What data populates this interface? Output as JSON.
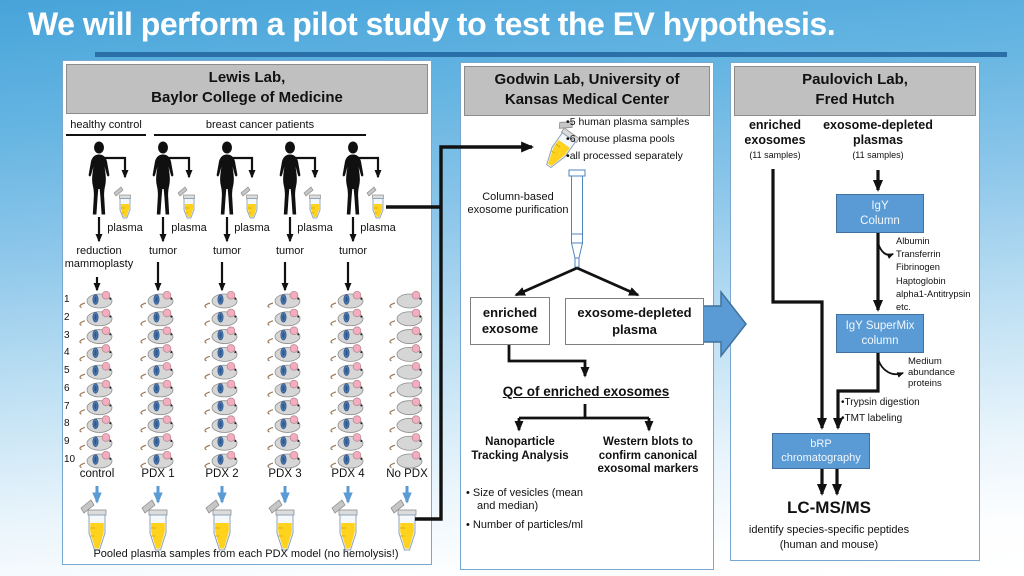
{
  "title": "We will perform a pilot study to test the EV hypothesis.",
  "colors": {
    "background_blue": "#4FA8DB",
    "accent_blue": "#5B9BD5",
    "box_border_blue": "#41719C",
    "header_gray": "#C0C0C0",
    "tube_yellow": "#FFD21E",
    "tumor_blue": "#4C7CB5"
  },
  "icons": [
    "person-silhouette-icon",
    "plasma-tube-icon",
    "pooled-tube-icon",
    "mouse-icon",
    "purification-column-icon",
    "block-arrow-icon"
  ],
  "lewis": {
    "header_line1": "Lewis Lab,",
    "header_line2": "Baylor College of Medicine",
    "group_left": "healthy control",
    "group_right": "breast cancer patients",
    "plasma_label": "plasma",
    "source_labels": [
      "reduction\nmammoplasty",
      "tumor",
      "tumor",
      "tumor",
      "tumor"
    ],
    "row_numbers": [
      "1",
      "2",
      "3",
      "4",
      "5",
      "6",
      "7",
      "8",
      "9",
      "10"
    ],
    "column_labels": [
      "control",
      "PDX 1",
      "PDX 2",
      "PDX 3",
      "PDX 4",
      "No PDX"
    ],
    "caption": "Pooled plasma samples from each PDX model (no hemolysis!)"
  },
  "godwin": {
    "header_line1": "Godwin Lab, University of",
    "header_line2": "Kansas Medical Center",
    "bullets": [
      "5 human plasma samples",
      "6 mouse plasma pools",
      "all processed separately"
    ],
    "column_label": "Column-based exosome purification",
    "box_enriched": "enriched exosome",
    "box_depleted": "exosome-depleted plasma",
    "qc_title": "QC of enriched exosomes",
    "branch_left": "Nanoparticle Tracking Analysis",
    "branch_right": "Western blots to confirm canonical exosomal markers",
    "nta_bullets": [
      "Size of vesicles (mean and median)",
      "Number of particles/ml"
    ]
  },
  "paulovich": {
    "header_line1": "Paulovich Lab,",
    "header_line2": "Fred Hutch",
    "col_left_title": "enriched exosomes",
    "col_left_sub": "(11 samples)",
    "col_right_title": "exosome-depleted plasmas",
    "col_right_sub": "(11 samples)",
    "igy_box": "IgY\nColumn",
    "albumin_list": [
      "Albumin",
      "Transferrin",
      "Fibrinogen",
      "Haptoglobin",
      "alpha1-Antitrypsin",
      "etc."
    ],
    "supermix_box": "IgY SuperMix\ncolumn",
    "medium_note": "Medium abundance proteins",
    "prep_bullets": [
      "Trypsin digestion",
      "TMT labeling"
    ],
    "brp_box": "bRP\nchromatography",
    "lcms_title": "LC-MS/MS",
    "lcms_sub1": "identify species-specific peptides",
    "lcms_sub2": "(human and mouse)"
  }
}
